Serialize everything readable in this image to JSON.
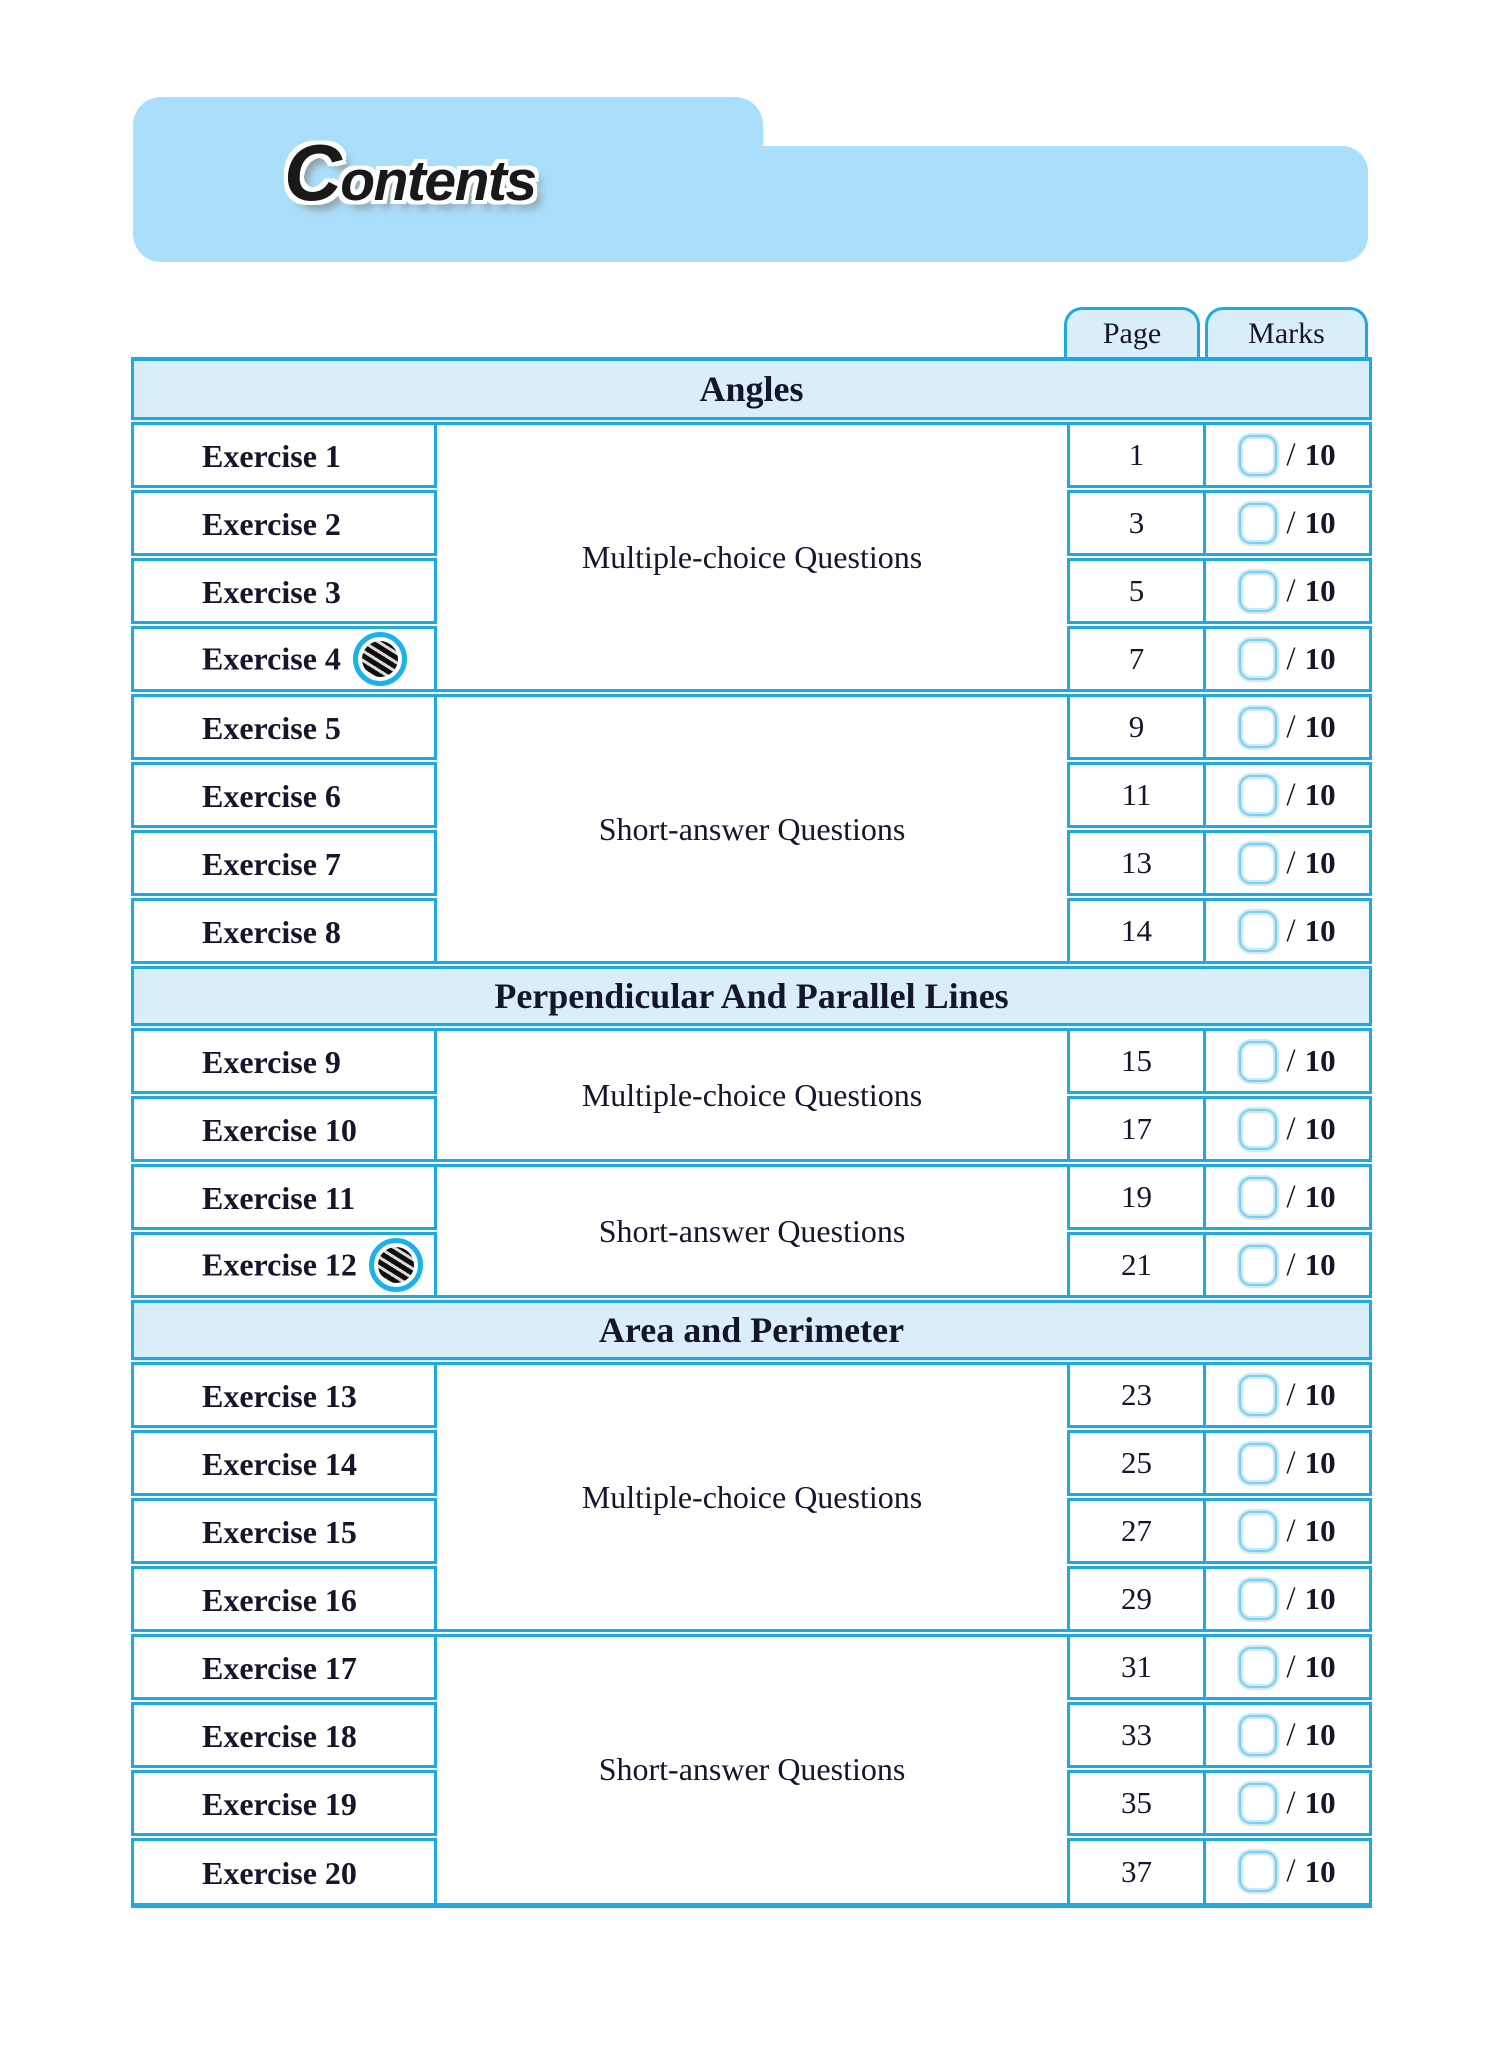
{
  "colors": {
    "border_cyan": "#1fa9e2",
    "section_fill": "#daeefa",
    "banner_fill": "#aadffb",
    "marks_box_border": "#7ccfee",
    "marks_box_halo": "#c9eaf8",
    "text_dark": "#15152b"
  },
  "banner": {
    "title_initial": "C",
    "title_rest": "ontents"
  },
  "table": {
    "header_tabs": {
      "page": "Page",
      "marks": "Marks"
    },
    "marks": {
      "slash": "/",
      "denominator": "10"
    },
    "sections": [
      {
        "title": "Angles",
        "groups": [
          {
            "description": "Multiple-choice Questions",
            "rows": [
              {
                "label": "Exercise 1",
                "page": "1"
              },
              {
                "label": "Exercise 2",
                "page": "3"
              },
              {
                "label": "Exercise 3",
                "page": "5"
              },
              {
                "label": "Exercise 4",
                "page": "7",
                "badge": true
              }
            ]
          },
          {
            "description": "Short-answer Questions",
            "rows": [
              {
                "label": "Exercise 5",
                "page": "9"
              },
              {
                "label": "Exercise 6",
                "page": "11"
              },
              {
                "label": "Exercise 7",
                "page": "13"
              },
              {
                "label": "Exercise 8",
                "page": "14"
              }
            ]
          }
        ]
      },
      {
        "title": "Perpendicular And Parallel Lines",
        "groups": [
          {
            "description": "Multiple-choice Questions",
            "rows": [
              {
                "label": "Exercise 9",
                "page": "15"
              },
              {
                "label": "Exercise 10",
                "page": "17"
              }
            ]
          },
          {
            "description": "Short-answer Questions",
            "rows": [
              {
                "label": "Exercise 11",
                "page": "19"
              },
              {
                "label": "Exercise 12",
                "page": "21",
                "badge": true
              }
            ]
          }
        ]
      },
      {
        "title": "Area and Perimeter",
        "groups": [
          {
            "description": "Multiple-choice Questions",
            "rows": [
              {
                "label": "Exercise 13",
                "page": "23"
              },
              {
                "label": "Exercise 14",
                "page": "25"
              },
              {
                "label": "Exercise 15",
                "page": "27"
              },
              {
                "label": "Exercise 16",
                "page": "29"
              }
            ]
          },
          {
            "description": "Short-answer Questions",
            "rows": [
              {
                "label": "Exercise 17",
                "page": "31"
              },
              {
                "label": "Exercise 18",
                "page": "33"
              },
              {
                "label": "Exercise 19",
                "page": "35"
              },
              {
                "label": "Exercise 20",
                "page": "37"
              }
            ]
          }
        ]
      }
    ]
  }
}
